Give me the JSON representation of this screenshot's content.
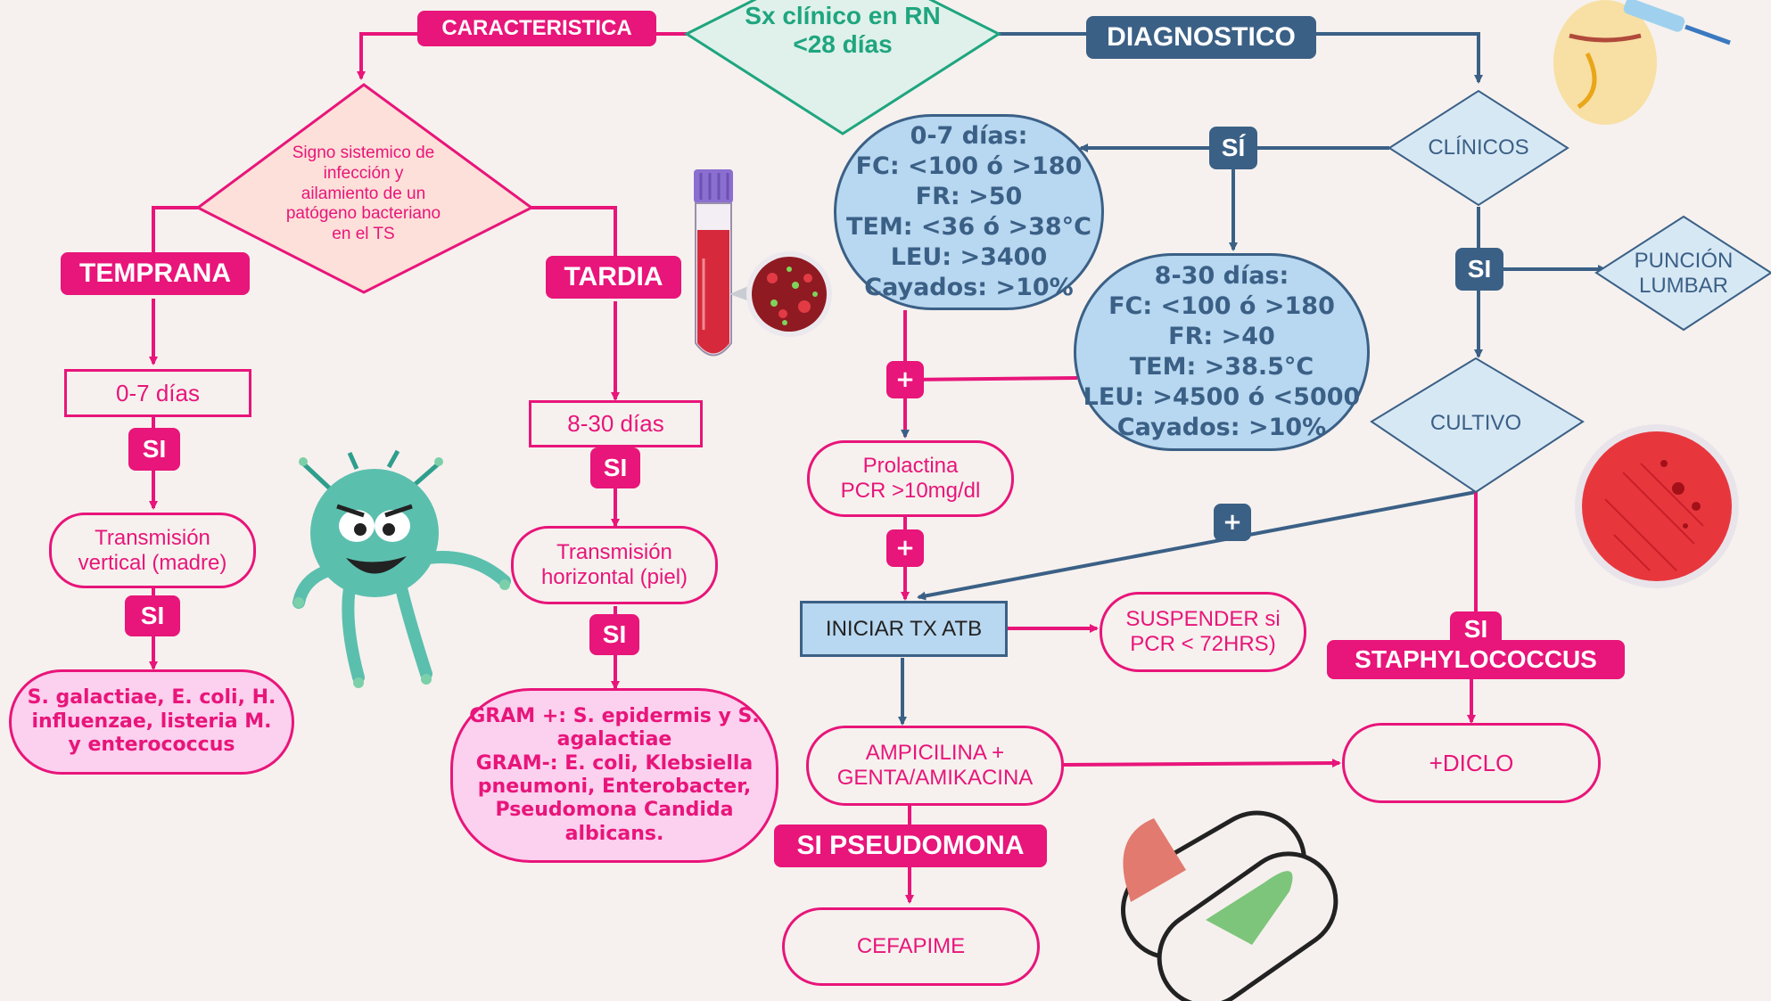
{
  "colors": {
    "pink": "#e8157a",
    "navy": "#3b6086",
    "lightblue": "#b8d7f0",
    "lightpink": "#fcd0ef",
    "diamond_green_fill": "#dff1ea",
    "diamond_pink_fill": "#fde0d9",
    "bg": "#f6f1ee"
  },
  "top": {
    "root": "Sx clínico en RN\n<28 días",
    "caracteristica": "CARACTERISTICA",
    "diagnostico": "DIAGNOSTICO"
  },
  "left": {
    "signo": "Signo sistemico de\ninfección y\nailamiento de un\npatógeno bacteriano\nen el TS",
    "temprana": "TEMPRANA",
    "tardia": "TARDIA",
    "temprana_days": "0-7 días",
    "tardia_days": "8-30 días",
    "si_1": "SI",
    "si_2": "SI",
    "si_3": "SI",
    "si_4": "SI",
    "vertical": "Transmisión\nvertical (madre)",
    "horizontal": "Transmisión\nhorizontal (piel)",
    "organisms_early": "S. galactiae, E. coli, H.\ninfluenzae, listeria M.\ny enterococcus",
    "organisms_late": "GRAM +: S. epidermis y S.\nagalactiae\nGRAM-: E. coli, Klebsiella\npneumoni, Enterobacter,\nPseudomona Candida\nalbicans."
  },
  "middle": {
    "si_top": "SÍ",
    "criteria_early": "0-7 días:\nFC: <100 ó >180\nFR: >50\nTEM: <36 ó >38°C\nLEU: >3400\nCayados: >10%",
    "criteria_late": "8-30 días:\nFC: <100 ó >180\nFR: >40\nTEM: >38.5°C\nLEU: >4500 ó <5000\nCayados: >10%",
    "plus_1": "+",
    "plus_2": "+",
    "plus_3": "+",
    "prolactina": "Prolactina\nPCR >10mg/dl",
    "iniciar": "INICIAR TX ATB",
    "suspender": "SUSPENDER si\nPCR < 72HRS)",
    "ampicilina": "AMPICILINA +\nGENTA/AMIKACINA",
    "si_pseudomona": "SI PSEUDOMONA",
    "cefapime": "CEFAPIME"
  },
  "right": {
    "clinicos": "CLÍNICOS",
    "si": "SI",
    "puncion": "PUNCIÓN\nLUMBAR",
    "cultivo": "CULTIVO",
    "si_staph_1": "SI",
    "si_staph_2": "STAPHYLOCOCCUS",
    "diclo": "+DICLO"
  }
}
